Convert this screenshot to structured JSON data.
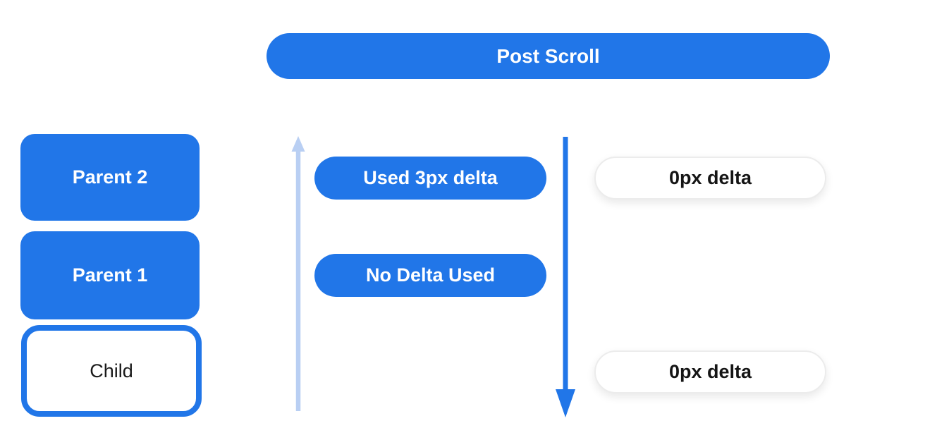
{
  "diagram": {
    "title": "Post Scroll",
    "colors": {
      "primary_blue": "#2176E8",
      "light_blue": "#B9CFF3",
      "white": "#FFFFFF",
      "text_dark": "#1a1a1a"
    },
    "left_column": {
      "boxes": [
        {
          "label": "Parent 2",
          "style": "filled-blue"
        },
        {
          "label": "Parent 1",
          "style": "filled-blue"
        },
        {
          "label": "Child",
          "style": "white-outlined"
        }
      ]
    },
    "arrows": [
      {
        "name": "scroll-up-arrow",
        "direction": "up",
        "color": "#B9CFF3"
      },
      {
        "name": "scroll-down-arrow",
        "direction": "down",
        "color": "#2176E8"
      }
    ],
    "middle_column": {
      "pills": [
        {
          "label": "Used 3px delta"
        },
        {
          "label": "No Delta Used"
        }
      ]
    },
    "right_column": {
      "pills": [
        {
          "label": "0px delta"
        },
        {
          "label": "0px delta"
        }
      ]
    }
  }
}
